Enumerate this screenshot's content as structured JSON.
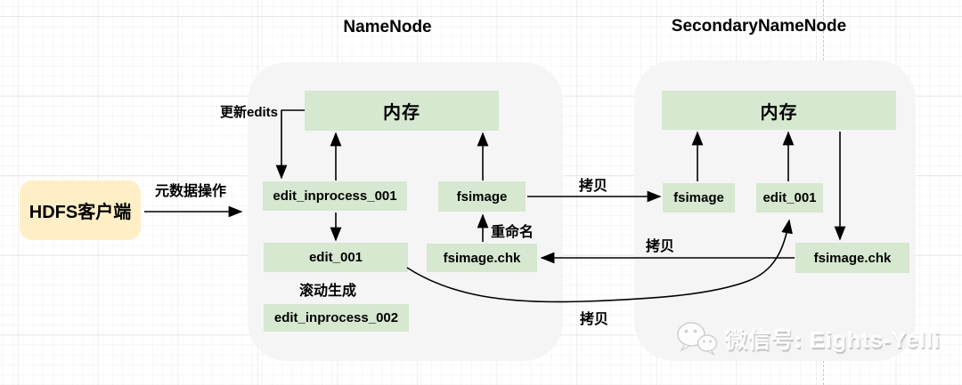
{
  "titles": {
    "namenode": "NameNode",
    "secondary_namenode": "SecondaryNameNode"
  },
  "client": {
    "label": "HDFS客户端"
  },
  "namenode": {
    "memory": "内存",
    "edit_inprocess_001": "edit_inprocess_001",
    "fsimage": "fsimage",
    "edit_001": "edit_001",
    "fsimage_chk": "fsimage.chk",
    "edit_inprocess_002": "edit_inprocess_002"
  },
  "secondary": {
    "memory": "内存",
    "fsimage": "fsimage",
    "edit_001": "edit_001",
    "fsimage_chk": "fsimage.chk"
  },
  "edge_labels": {
    "metadata_op": "元数据操作",
    "update_edits": "更新edits",
    "rename": "重命名",
    "roll_generate": "滚动生成",
    "copy_fsimage": "拷贝",
    "copy_chk": "拷贝",
    "copy_edits": "拷贝"
  },
  "watermark": {
    "text": "微信号: Eights-Yelli"
  },
  "colors": {
    "node_fill": "#d6e8d0",
    "client_fill": "#ffeec6",
    "container_fill": "#f5f5f5",
    "arrow": "#000000"
  }
}
